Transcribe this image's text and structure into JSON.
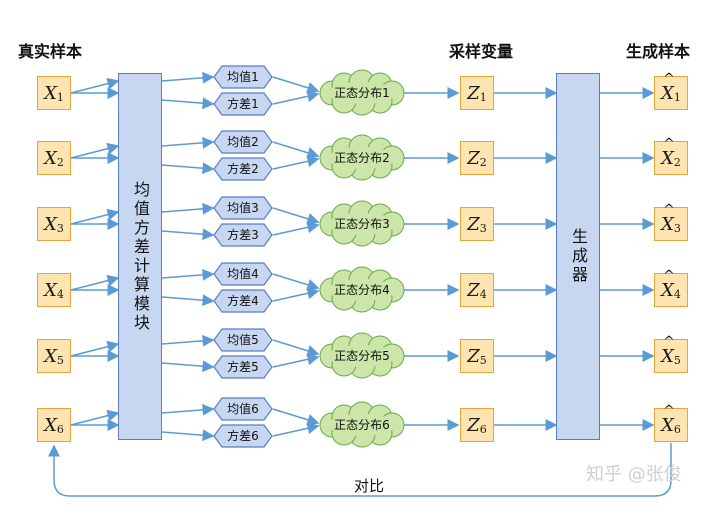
{
  "headers": {
    "real": "真实样本",
    "sample": "采样变量",
    "generated": "生成样本"
  },
  "encoder_label": "均值方差计算模块",
  "generator_label": "生成器",
  "compare_label": "对比",
  "watermark": "知乎 @张俊",
  "rows": [
    {
      "x": "X",
      "idx": "1",
      "mean": "均值1",
      "var": "方差1",
      "dist": "正态分布1",
      "z": "Z"
    },
    {
      "x": "X",
      "idx": "2",
      "mean": "均值2",
      "var": "方差2",
      "dist": "正态分布2",
      "z": "Z"
    },
    {
      "x": "X",
      "idx": "3",
      "mean": "均值3",
      "var": "方差3",
      "dist": "正态分布3",
      "z": "Z"
    },
    {
      "x": "X",
      "idx": "4",
      "mean": "均值4",
      "var": "方差4",
      "dist": "正态分布4",
      "z": "Z"
    },
    {
      "x": "X",
      "idx": "5",
      "mean": "均值5",
      "var": "方差5",
      "dist": "正态分布5",
      "z": "Z"
    },
    {
      "x": "X",
      "idx": "6",
      "mean": "均值6",
      "var": "方差6",
      "dist": "正态分布6",
      "z": "Z"
    }
  ],
  "colors": {
    "x_fill": "#fde4b0",
    "x_border": "#e8a33a",
    "bar_fill": "#c7d7f2",
    "bar_border": "#5a7dc4",
    "hex_fill": "#c7d7f2",
    "cloud_fill": "#cbe6a8",
    "cloud_border": "#6aa84f",
    "arrow": "#5b9bd5"
  }
}
